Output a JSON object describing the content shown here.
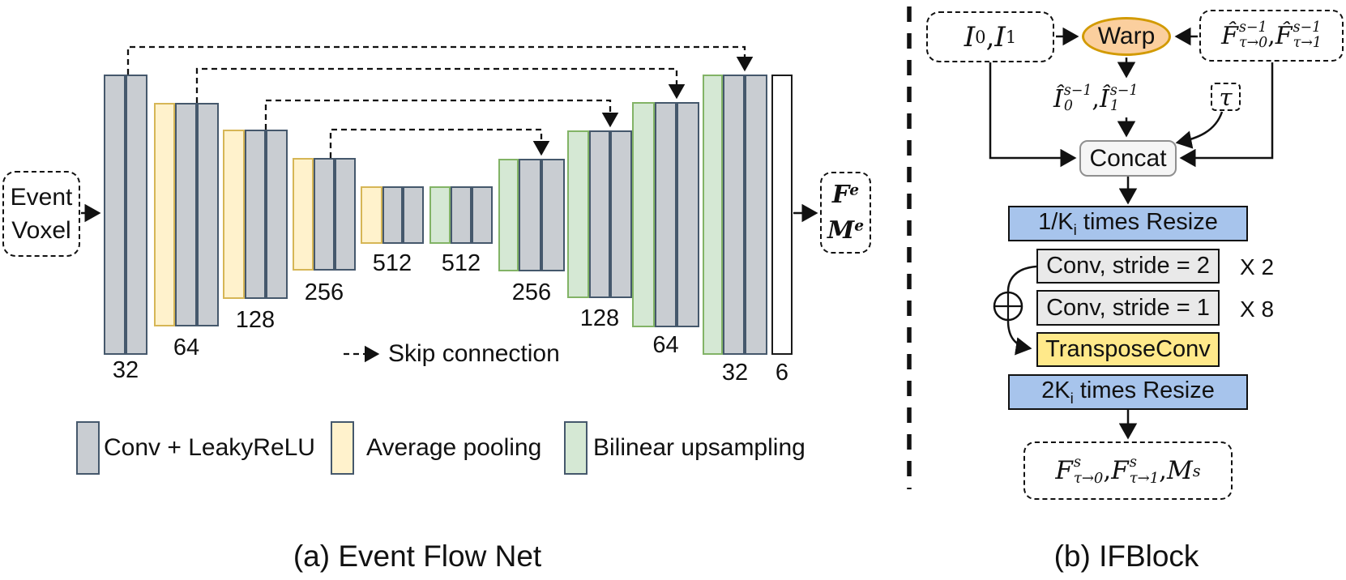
{
  "panel_a": {
    "caption": "(a) Event Flow Net",
    "input_box": {
      "line1": "Event",
      "line2": "Voxel"
    },
    "layers": [
      {
        "label": "32",
        "role": "encoder",
        "blocks": [
          "conv",
          "conv"
        ]
      },
      {
        "label": "64",
        "role": "encoder",
        "blocks": [
          "pool",
          "conv",
          "conv"
        ]
      },
      {
        "label": "128",
        "role": "encoder",
        "blocks": [
          "pool",
          "conv",
          "conv"
        ]
      },
      {
        "label": "256",
        "role": "encoder",
        "blocks": [
          "pool",
          "conv",
          "conv"
        ]
      },
      {
        "label": "512",
        "role": "encoder",
        "blocks": [
          "pool",
          "conv",
          "conv"
        ]
      },
      {
        "label": "512",
        "role": "bottleneck",
        "blocks": [
          "upsample",
          "conv",
          "conv"
        ]
      },
      {
        "label": "256",
        "role": "decoder",
        "blocks": [
          "upsample",
          "conv",
          "conv"
        ]
      },
      {
        "label": "128",
        "role": "decoder",
        "blocks": [
          "upsample",
          "conv",
          "conv"
        ]
      },
      {
        "label": "64",
        "role": "decoder",
        "blocks": [
          "upsample",
          "conv",
          "conv"
        ]
      },
      {
        "label": "32",
        "role": "decoder",
        "blocks": [
          "upsample",
          "conv",
          "conv"
        ]
      },
      {
        "label": "6",
        "role": "output",
        "blocks": [
          "output"
        ]
      }
    ],
    "skip_label": "Skip connection",
    "legend": [
      {
        "swatch": "conv-swatch",
        "label": "Conv + LeakyReLU"
      },
      {
        "swatch": "pool-swatch",
        "label": "Average pooling"
      },
      {
        "swatch": "upsample-swatch",
        "label": "Bilinear upsampling"
      }
    ],
    "output_box": {
      "f_main": "F",
      "f_sup": "e",
      "m_main": "M",
      "m_sup": "e"
    }
  },
  "panel_b": {
    "caption": "(b) IFBlock",
    "images_box": {
      "i0_main": "I",
      "i0_sub": "0",
      "comma": ", ",
      "i1_main": "I",
      "i1_sub": "1"
    },
    "warp_label": "Warp",
    "flow_box": {
      "f0_main": "F̂",
      "f0_sup": "s−1",
      "f0_sub": "τ→0",
      "comma": ", ",
      "f1_main": "F̂",
      "f1_sup": "s−1",
      "f1_sub": "τ→1"
    },
    "warped_label": {
      "i0_main": "Î",
      "i0_sup": "s−1",
      "i0_sub": "0",
      "comma": ", ",
      "i1_main": "Î",
      "i1_sup": "s−1",
      "i1_sub": "1"
    },
    "tau_label": "τ",
    "concat_label": "Concat",
    "resize_down": {
      "prefix": "1/K",
      "sub": "i",
      "suffix": " times Resize"
    },
    "conv_stride2": {
      "label": "Conv, stride = 2",
      "mult": "X 2"
    },
    "conv_stride1": {
      "label": "Conv, stride = 1",
      "mult": "X 8"
    },
    "transpose_conv": "TransposeConv",
    "resize_up": {
      "prefix": "2K",
      "sub": "i",
      "suffix": " times Resize"
    },
    "output_box": {
      "f0_main": "F",
      "f0_sup": "s",
      "f0_sub": "τ→0",
      "c1": ", ",
      "f1_main": "F",
      "f1_sup": "s",
      "f1_sub": "τ→1",
      "c2": ", ",
      "m_main": "M",
      "m_sup": "s"
    }
  },
  "colors": {
    "conv_fill": "#c9cdd2",
    "conv_border": "#45586c",
    "pool_fill": "#fff2cc",
    "pool_border": "#d6b656",
    "upsample_fill": "#d5e8d4",
    "upsample_border": "#82b366",
    "warp_fill": "#fbcf9e",
    "warp_border": "#d29a00",
    "resize_fill": "#a7c4ec",
    "convbox_fill": "#e9e9e9",
    "transpose_fill": "#ffe98a",
    "concat_fill": "#f5f5f5"
  }
}
